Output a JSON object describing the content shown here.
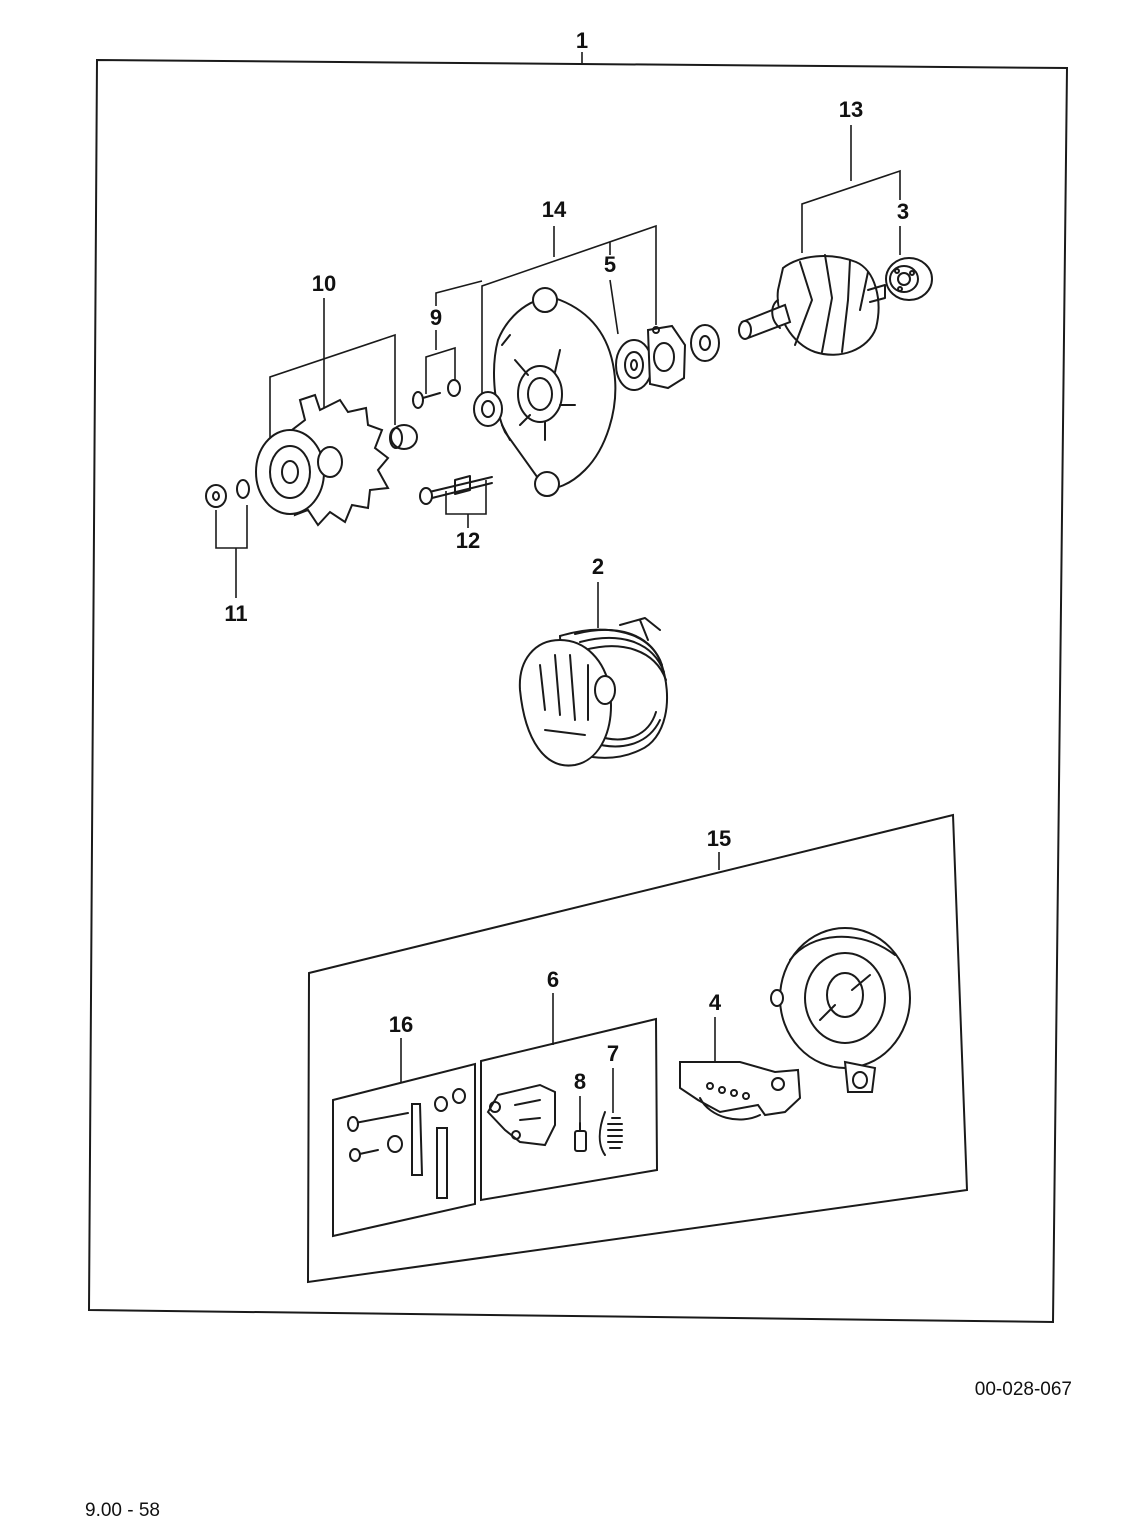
{
  "callouts": {
    "c1": "1",
    "c2": "2",
    "c3": "3",
    "c4": "4",
    "c5": "5",
    "c6": "6",
    "c7": "7",
    "c8": "8",
    "c9": "9",
    "c10": "10",
    "c11": "11",
    "c12": "12",
    "c13": "13",
    "c14": "14",
    "c15": "15",
    "c16": "16"
  },
  "drawing_code": "00-028-067",
  "page_number": "9.00 - 58"
}
